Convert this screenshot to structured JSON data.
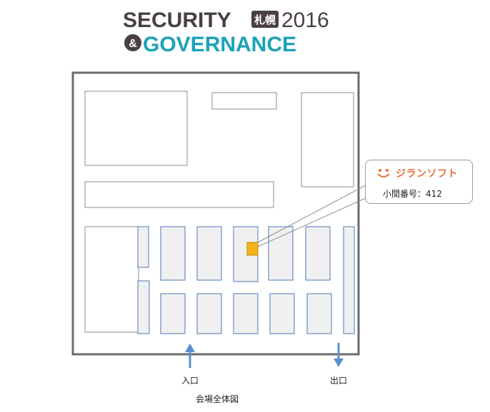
{
  "logo": {
    "word1": "SECURITY",
    "city": "札幌",
    "year": "2016",
    "amp": "&",
    "word2": "GOVERNANCE"
  },
  "callout": {
    "company": "ジランソフト",
    "booth_label": "小間番号：412"
  },
  "labels": {
    "entrance": "入口",
    "exit": "出口",
    "caption": "会場全体図"
  },
  "colors": {
    "wall": "#6b6b6b",
    "booth_fill": "#f0f0f0",
    "booth_border_blue": "#4a78b5",
    "room_border": "#8c8c8c",
    "highlight": "#f5b21b",
    "arrow": "#5b8fd0",
    "logo_dark": "#4a4040",
    "logo_teal": "#1ba3b8",
    "accent_orange": "#e8703a"
  },
  "icons": {
    "company_logo": "smile-icon",
    "entrance_arrow": "arrow-up-icon",
    "exit_arrow": "arrow-down-icon"
  }
}
